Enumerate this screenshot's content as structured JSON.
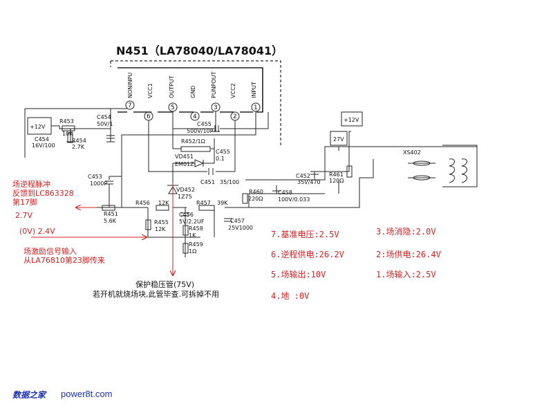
{
  "ic": {
    "title": "N451（LA78040/LA78041）",
    "pins": [
      {
        "num": "7",
        "name": "NONINPU"
      },
      {
        "num": "6",
        "name": "VCC1"
      },
      {
        "num": "5",
        "name": "OUTPUT"
      },
      {
        "num": "4",
        "name": "GND"
      },
      {
        "num": "3",
        "name": "PUNPOUT"
      },
      {
        "num": "2",
        "name": "VCC2"
      },
      {
        "num": "1",
        "name": "INPUT"
      }
    ]
  },
  "components": {
    "supply_left": "+12V",
    "r453": "R453",
    "r453_val": "10K",
    "r454": "R454",
    "r454_val": "2.7K",
    "c454a": "C454",
    "c454a_val": "50V/1",
    "c454b": "C454",
    "c454b_val": "16V/100",
    "c455": "C455",
    "c455_val": "500V/10P",
    "r452": "R452/1Ω",
    "vd451": "VD451",
    "vd451_part": "EM01Z",
    "c455b": "C455",
    "c455b_val": "0.1",
    "c451": "C451",
    "c451_val": "35/100",
    "c453": "C453",
    "c453_val": "1000P",
    "vd452": "VD452",
    "vd452_part": "1Z75",
    "r456": "R456",
    "r456_val": "12K",
    "r457": "R457",
    "r457_val": "39K",
    "r451": "R451",
    "r451_val": "5.6K",
    "r455": "R455",
    "r455_val": "12K",
    "c456": "C456",
    "c456_val": "5V/2.2UF",
    "r458": "R458",
    "r458_val": "1K",
    "r459": "R459",
    "r459_val": "1Ω",
    "c457": "C457",
    "c457_val": "25V1000",
    "r460": "R460",
    "r460_val": "220Ω",
    "c458": "C458",
    "c458_val": "100V/0.033",
    "c452": "C452",
    "c452_val": "35V/470",
    "r461": "R461",
    "r461_val": "120Ω",
    "v27": "27V",
    "supply_right": "+12V",
    "xs402": "XS402"
  },
  "annotations": {
    "feedback_1": "场逆程脉冲",
    "feedback_2": "反馈到LC863328",
    "feedback_3": "第17脚",
    "feedback_v": "2.7V",
    "input_v": "(0V) 2.4V",
    "input_1": "场激励信号输入",
    "input_2": "从LA76810第23脚传来",
    "protect_1": "保护稳压管(75V)",
    "protect_2": "若开机就烧场块,此管毕查.可拆掉不用"
  },
  "pin_voltages": [
    "7.基准电压:2.5V",
    "6.逆程供电:26.2V",
    "5.场输出:10V",
    "4.地 :0V",
    "3.场消隐:2.0V",
    "2:场供电:26.4V",
    "1.场输入:2.5V"
  ],
  "brand": {
    "cn": "数据之家",
    "en": "power8t.com"
  },
  "colors": {
    "annotation": "#d42020",
    "brand": "#1a2fb0",
    "wire": "#222222"
  }
}
